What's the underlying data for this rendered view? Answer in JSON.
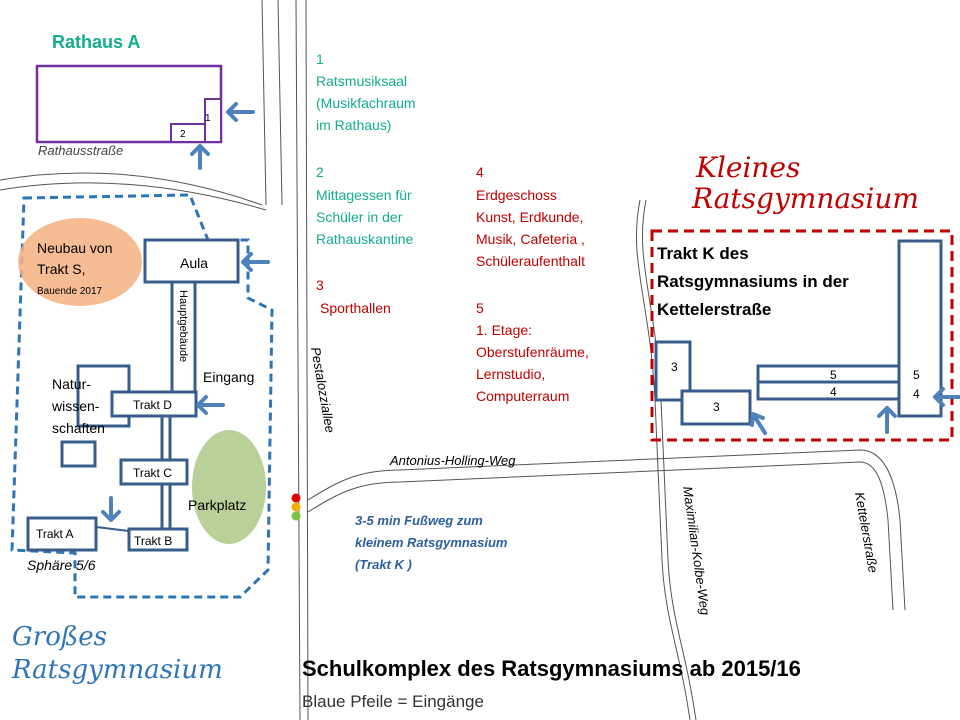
{
  "rathaus": {
    "title": "Rathaus A",
    "room1": "1",
    "room2": "2",
    "street": "Rathausstraße"
  },
  "legend_green": {
    "n1": "1",
    "l1a": "Ratsmusiksaal",
    "l1b": "(Musikfachraum",
    "l1c": "im Rathaus)",
    "n2": "2",
    "l2a": "Mittagessen für",
    "l2b": "Schüler in  der",
    "l2c": "Rathauskantine"
  },
  "legend_red": {
    "n3": "3",
    "l3": "Sporthallen",
    "n4": "4",
    "l4a": "Erdgeschoss",
    "l4b": "Kunst,  Erdkunde,",
    "l4c": "Musik, Cafeteria ,",
    "l4d": "Schüleraufenthalt",
    "n5": "5",
    "l5a": "1. Etage:",
    "l5b": "Oberstufenräume,",
    "l5c": "Lernstudio,",
    "l5d": "Computerraum"
  },
  "big_school": {
    "title_line1": "Großes",
    "title_line2": "Ratsgymnasium",
    "neubau1": "Neubau  von",
    "neubau2": "Trakt  S,",
    "neubau3": "Bauende 2017",
    "aula": "Aula",
    "hauptgebaeude": "Hauptgebäude",
    "eingang": "Eingang",
    "natur1": "Natur-",
    "natur2": "wissen-",
    "natur3": "schaften",
    "trakt_a": "Trakt A",
    "trakt_b": "Trakt B",
    "trakt_c": "Trakt C",
    "trakt_d": "Trakt D",
    "parkplatz": "Parkplatz",
    "sphaere": "Sphäre 5/6"
  },
  "streets": {
    "pestalozzi": "Pestalozziallee",
    "antonius": "Antonius-Holling-Weg",
    "maximilian": "Maximilian-Kolbe-Weg",
    "ketteler": "Kettelerstraße"
  },
  "walk": {
    "l1": "3-5 min Fußweg zum",
    "l2": "kleinem Ratsgymnasium",
    "l3": "(Trakt K )"
  },
  "small_school": {
    "title_line1": "Kleines",
    "title_line2": "Ratsgymnasium",
    "desc1": "Trakt K des",
    "desc2": "Ratsgymnasiums in der",
    "desc3": "Kettelerstraße",
    "b3a": "3",
    "b3b": "3",
    "b5": "5",
    "b4": "4",
    "b5r": "5",
    "b4r": "4"
  },
  "footer": {
    "title": "Schulkomplex  des Ratsgymnasiums ab 2015/16",
    "subtitle": "Blaue Pfeile = Eingänge"
  }
}
